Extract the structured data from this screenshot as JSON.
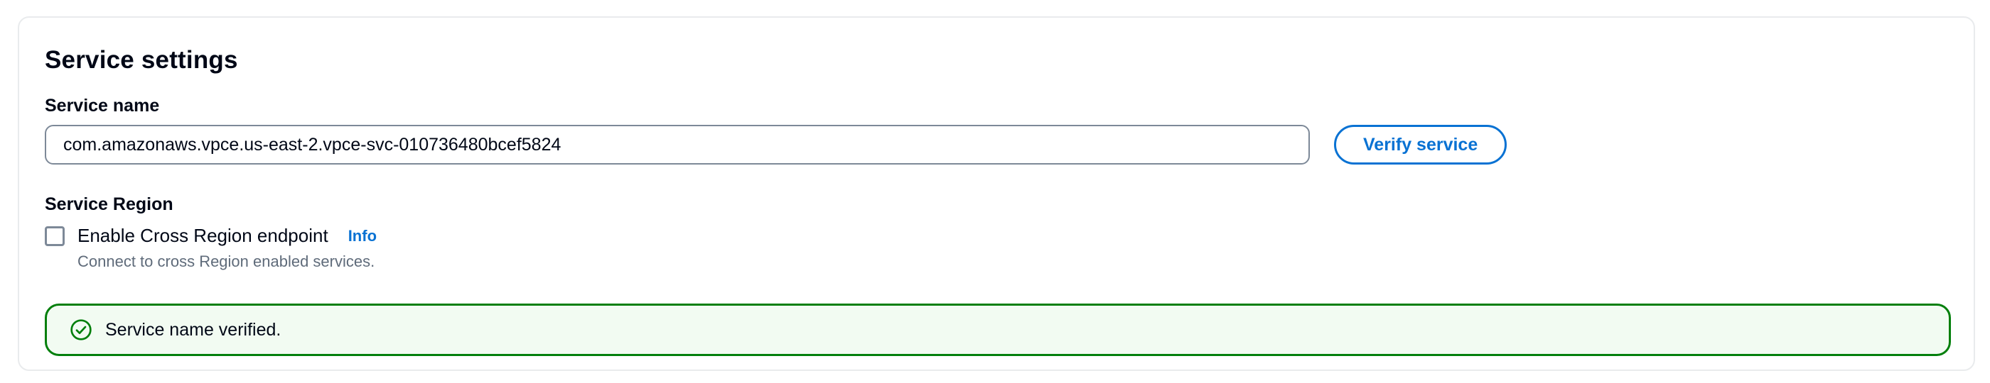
{
  "panel": {
    "title": "Service settings",
    "service_name": {
      "label": "Service name",
      "value": "com.amazonaws.vpce.us-east-2.vpce-svc-010736480bcef5824"
    },
    "verify_button_label": "Verify service",
    "service_region": {
      "label": "Service Region",
      "checkbox_label": "Enable Cross Region endpoint",
      "checkbox_checked": false,
      "info_link": "Info",
      "description": "Connect to cross Region enabled services."
    },
    "alert": {
      "type": "success",
      "message": "Service name verified."
    },
    "colors": {
      "accent_blue": "#0972d3",
      "success_green": "#037f0c",
      "success_bg": "#f2fbf2",
      "border_gray": "#7d8998",
      "helper_gray": "#5f6b7a"
    }
  }
}
